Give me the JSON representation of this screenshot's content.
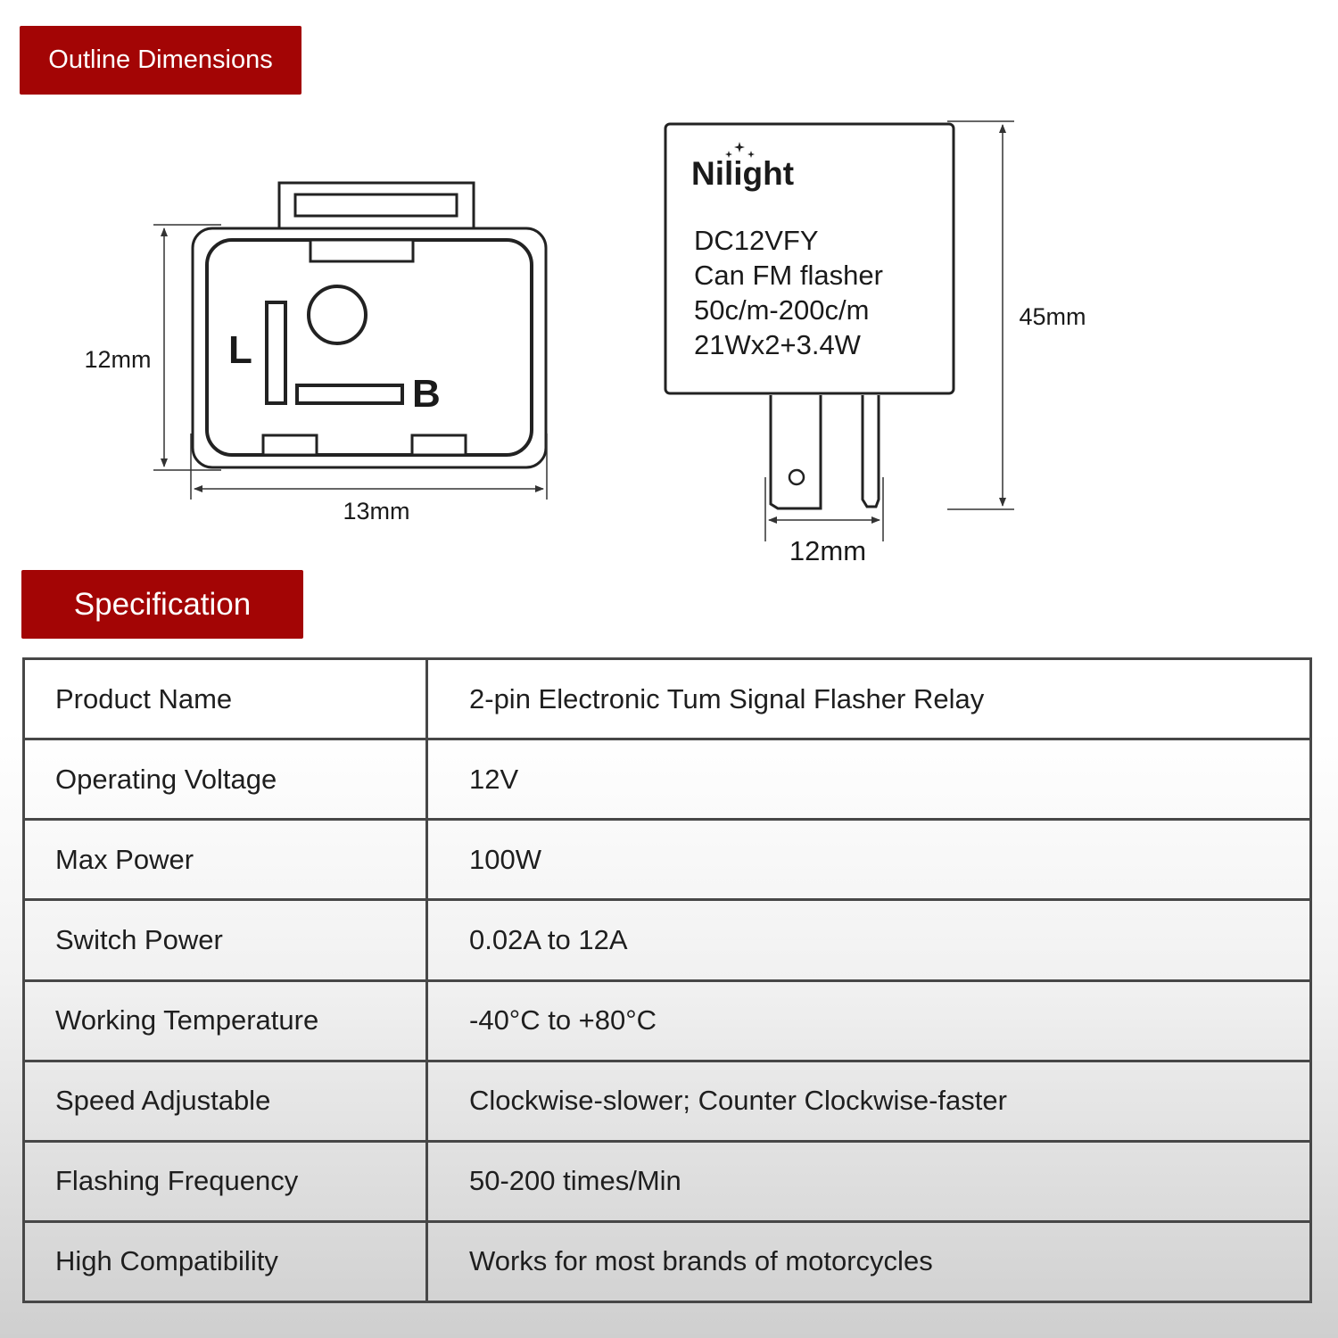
{
  "sections": {
    "outline_title": "Outline Dimensions",
    "spec_title": "Specification"
  },
  "front_view": {
    "pin_l": "L",
    "pin_b": "B",
    "height_dim": "12mm",
    "width_dim": "13mm"
  },
  "side_view": {
    "brand": "Nilight",
    "label_lines": [
      "DC12VFY",
      "Can FM flasher",
      "50c/m-200c/m",
      "21Wx2+3.4W"
    ],
    "height_dim": "45mm",
    "pin_width_dim": "12mm"
  },
  "spec": {
    "rows": [
      {
        "label": "Product Name",
        "value": "2-pin Electronic Tum Signal Flasher Relay"
      },
      {
        "label": "Operating Voltage",
        "value": "12V"
      },
      {
        "label": "Max Power",
        "value": "100W"
      },
      {
        "label": "Switch Power",
        "value": "0.02A to 12A"
      },
      {
        "label": "Working Temperature",
        "value": "-40°C to +80°C"
      },
      {
        "label": "Speed Adjustable",
        "value": "Clockwise-slower; Counter Clockwise-faster"
      },
      {
        "label": "Flashing Frequency",
        "value": "50-200 times/Min"
      },
      {
        "label": "High Compatibility",
        "value": "Works for most brands of motorcycles"
      }
    ]
  }
}
